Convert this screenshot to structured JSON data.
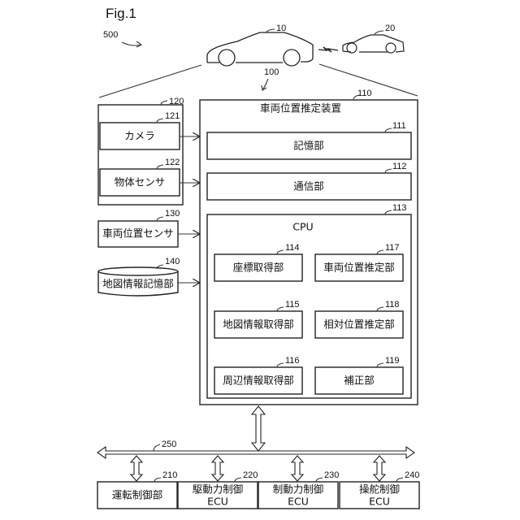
{
  "figure": {
    "title": "Fig.1",
    "system_ref": "500"
  },
  "vehicles": {
    "own": {
      "ref": "10"
    },
    "other": {
      "ref": "20"
    },
    "device_ref": "100"
  },
  "device": {
    "ref": "110",
    "title": "車両位置推定装置",
    "storage": {
      "ref": "111",
      "label": "記憶部"
    },
    "comm": {
      "ref": "112",
      "label": "通信部"
    },
    "cpu": {
      "ref": "113",
      "label": "CPU",
      "units": [
        {
          "ref": "114",
          "label": "座標取得部"
        },
        {
          "ref": "115",
          "label": "地図情報取得部"
        },
        {
          "ref": "116",
          "label": "周辺情報取得部"
        },
        {
          "ref": "117",
          "label": "車両位置推定部"
        },
        {
          "ref": "118",
          "label": "相対位置推定部"
        },
        {
          "ref": "119",
          "label": "補正部"
        }
      ]
    }
  },
  "sensors": {
    "group_ref": "120",
    "camera": {
      "ref": "121",
      "label": "カメラ"
    },
    "object_sensor": {
      "ref": "122",
      "label": "物体センサ"
    },
    "position_sensor": {
      "ref": "130",
      "label": "車両位置センサ"
    },
    "map_storage": {
      "ref": "140",
      "label": "地図情報記憶部"
    }
  },
  "bus": {
    "ref": "250"
  },
  "ecus": [
    {
      "ref": "210",
      "line1": "運転制御部",
      "line2": ""
    },
    {
      "ref": "220",
      "line1": "駆動力制御",
      "line2": "ECU"
    },
    {
      "ref": "230",
      "line1": "制動力制御",
      "line2": "ECU"
    },
    {
      "ref": "240",
      "line1": "操舵制御",
      "line2": "ECU"
    }
  ]
}
